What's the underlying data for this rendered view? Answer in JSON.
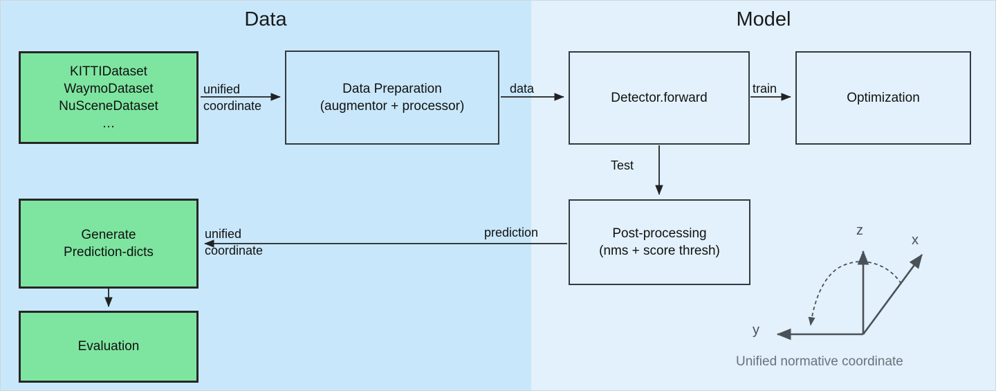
{
  "panels": {
    "data": {
      "title": "Data",
      "bg": "#c9e7fa"
    },
    "model": {
      "title": "Model",
      "bg": "#e2f1fb"
    }
  },
  "nodes": {
    "datasets": {
      "lines": [
        "KITTIDataset",
        "WaymoDataset",
        "NuSceneDataset",
        "…"
      ],
      "fill": "#7ee5a0"
    },
    "data_preparation": {
      "lines": [
        "Data Preparation",
        "(augmentor + processor)"
      ],
      "fill": "#e2f1fb"
    },
    "detector_forward": {
      "lines": [
        "Detector.forward"
      ],
      "fill": "#e2f1fb"
    },
    "optimization": {
      "lines": [
        "Optimization"
      ],
      "fill": "#e2f1fb"
    },
    "post_processing": {
      "lines": [
        "Post-processing",
        "(nms + score thresh)"
      ],
      "fill": "#e2f1fb"
    },
    "generate_prediction_dicts": {
      "lines": [
        "Generate",
        "Prediction-dicts"
      ],
      "fill": "#7ee5a0"
    },
    "evaluation": {
      "lines": [
        "Evaluation"
      ],
      "fill": "#7ee5a0"
    }
  },
  "edges": {
    "datasets_to_dataprep": {
      "line1": "unified",
      "line2": "coordinate"
    },
    "dataprep_to_detector": {
      "label": "data"
    },
    "detector_to_optimization": {
      "label": "train"
    },
    "detector_to_postproc": {
      "label": "Test"
    },
    "postproc_to_generate": {
      "label": "prediction"
    },
    "postproc_to_generate_coord": {
      "line1": "unified",
      "line2": "coordinate"
    }
  },
  "coordinate_figure": {
    "axis_z": "z",
    "axis_x": "x",
    "axis_y": "y",
    "caption": "Unified normative coordinate",
    "stroke": "#4a5157",
    "caption_color": "#6b7279"
  }
}
